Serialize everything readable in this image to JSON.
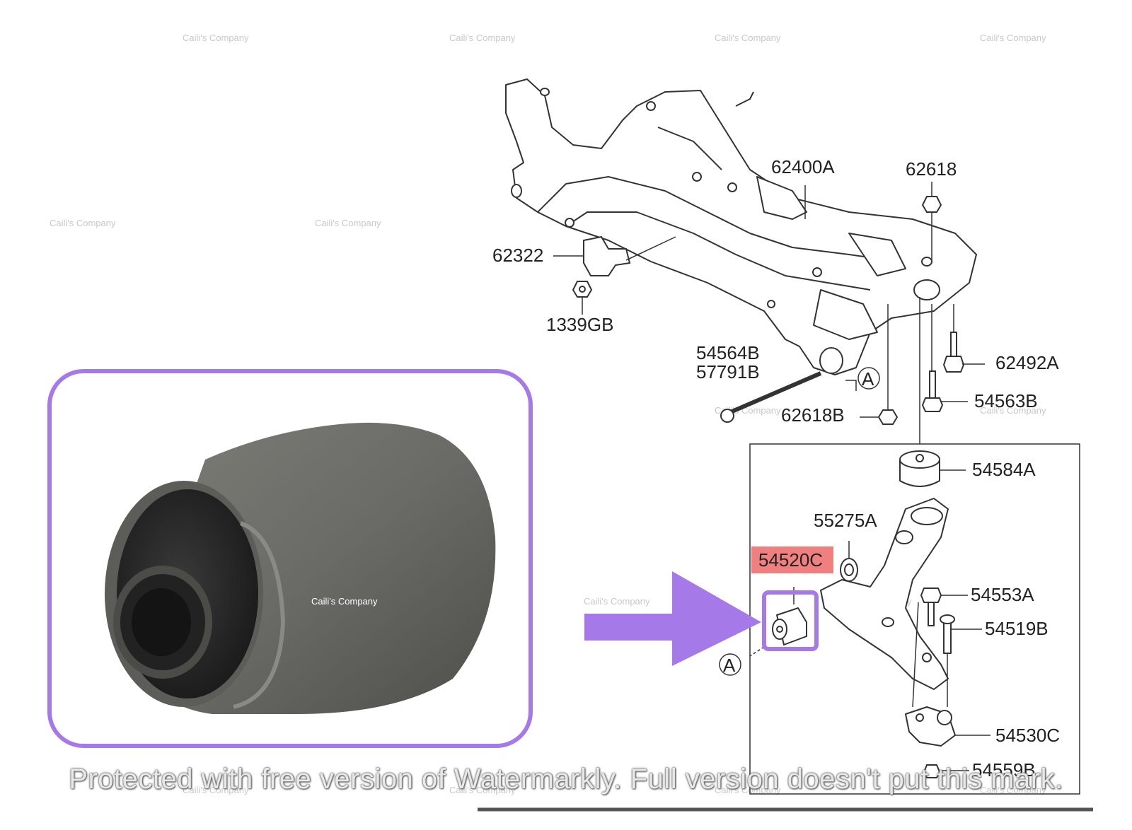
{
  "watermark": "Caili's Company",
  "banner": "Protected with free version of Watermarkly. Full version doesn't put this mark.",
  "labels": {
    "subframe": "62400A",
    "bolt_top": "62618",
    "bracket": "62322",
    "nut": "1339GB",
    "bolt_a": "54564B",
    "bolt_b": "57791B",
    "nut_b": "62618B",
    "bolt_right": "62492A",
    "bolt_right2": "54563B",
    "bushing_top": "54584A",
    "washer": "55275A",
    "highlight": "54520C",
    "bolt_arm": "54553A",
    "pin": "54519B",
    "balljoint": "54530C",
    "nut_bottom": "54559B",
    "ref_a": "A"
  },
  "colors": {
    "accent": "#a57ae8",
    "highlight_bg": "#f08080",
    "line": "#333333"
  }
}
